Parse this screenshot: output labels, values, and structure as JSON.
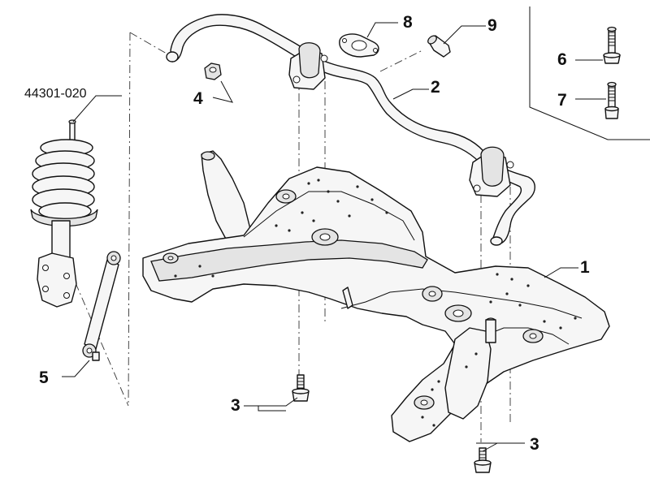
{
  "callouts": {
    "c1": "1",
    "c2": "2",
    "c3a": "3",
    "c3b": "3",
    "c4": "4",
    "c5": "5",
    "c6": "6",
    "c7": "7",
    "c8": "8",
    "c9": "9",
    "ref": "44301-020"
  }
}
